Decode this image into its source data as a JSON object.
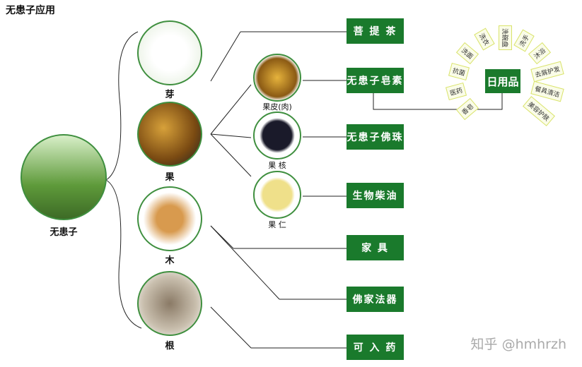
{
  "title": "无患子应用",
  "root": {
    "label": "无患子"
  },
  "parts": [
    {
      "label": "芽"
    },
    {
      "label": "果"
    },
    {
      "label": "木"
    },
    {
      "label": "根"
    }
  ],
  "fruit_parts": [
    {
      "label": "果皮(肉)"
    },
    {
      "label": "果 核"
    },
    {
      "label": "果 仁"
    }
  ],
  "products": [
    "菩 提 茶",
    "无患子皂素",
    "无患子佛珠",
    "生物柴油",
    "家  具",
    "佛家法器",
    "可 入 药"
  ],
  "daily": {
    "label": "日用品",
    "items": [
      "香皂",
      "医药",
      "抗菌",
      "洗面",
      "洗衣",
      "洗碗盘",
      "洗手",
      "沐浴",
      "去屑护发",
      "餐具清洁",
      "美容护肤"
    ]
  },
  "watermark": "知乎 @hmhrzh",
  "colors": {
    "box": "#1a7a2c",
    "ring": "#3f8f3f",
    "fan_border": "#d9e36a"
  }
}
